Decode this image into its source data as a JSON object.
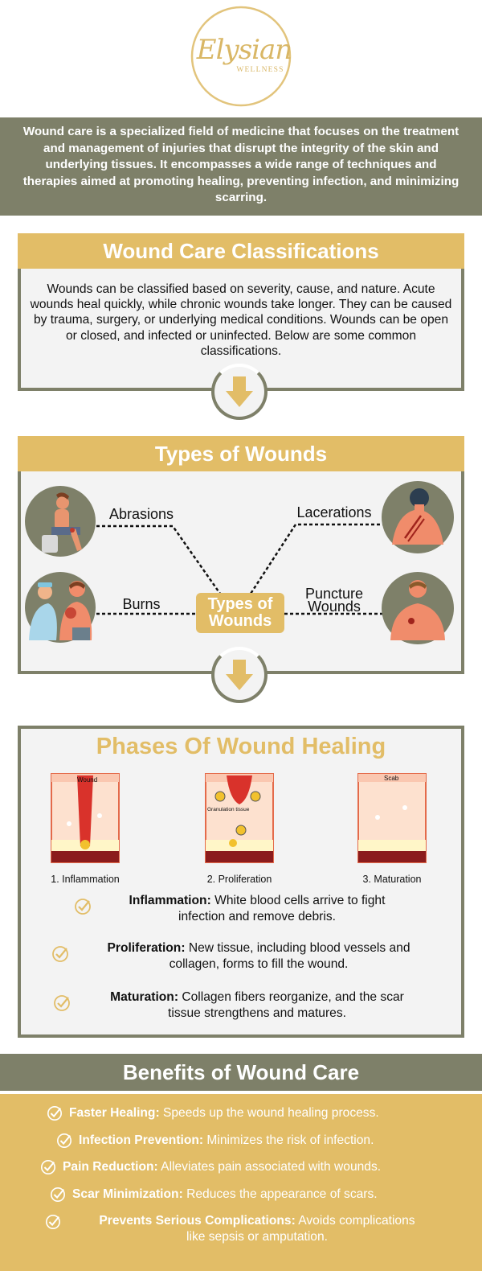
{
  "logo": {
    "script": "Elysian",
    "sub": "WELLNESS"
  },
  "intro": "Wound care is a specialized field of medicine that focuses on the treatment and management of injuries that disrupt the integrity of the skin and underlying tissues. It encompasses a wide range of techniques and therapies aimed at promoting healing, preventing infection, and minimizing scarring.",
  "classifications": {
    "title": "Wound Care Classifications",
    "text": "Wounds can be classified based on severity, cause, and nature. Acute wounds heal quickly, while chronic wounds take longer. They can be caused by trauma, surgery, or underlying medical conditions. Wounds can be open or closed, and infected or uninfected. Below are some common classifications."
  },
  "types": {
    "title": "Types of Wounds",
    "center_line1": "Types of",
    "center_line2": "Wounds",
    "abrasions": "Abrasions",
    "lacerations": "Lacerations",
    "burns": "Burns",
    "puncture_line1": "Puncture",
    "puncture_line2": "Wounds"
  },
  "phases": {
    "title": "Phases Of Wound Healing",
    "stage1_label": "Wound",
    "stage2_label": "Granulation tissue",
    "stage3_label": "Scab",
    "captions": [
      "1. Inflammation",
      "2. Proliferation",
      "3. Maturation"
    ],
    "items": [
      {
        "term": "Inflammation:",
        "line1": " White blood cells arrive to fight",
        "line2": "infection and remove debris."
      },
      {
        "term": "Proliferation:",
        "line1": " New tissue, including blood vessels and",
        "line2": "collagen, forms to fill the wound."
      },
      {
        "term": "Maturation:",
        "line1": " Collagen fibers reorganize, and the scar",
        "line2": "tissue strengthens and matures."
      }
    ]
  },
  "benefits": {
    "title": "Benefits of Wound Care",
    "items": [
      {
        "term": "Faster Healing:",
        "text": " Speeds up the wound healing process."
      },
      {
        "term": "Infection Prevention:",
        "text": " Minimizes the risk of infection."
      },
      {
        "term": "Pain Reduction:",
        "text": " Alleviates pain associated with wounds."
      },
      {
        "term": "Scar Minimization:",
        "text": " Reduces the appearance of scars."
      },
      {
        "term": "Prevents Serious Complications:",
        "text": " Avoids complications",
        "text2": "like sepsis or amputation."
      }
    ]
  },
  "colors": {
    "olive": "#7e8069",
    "gold": "#e2bd67",
    "panel": "#f3f3f3"
  }
}
